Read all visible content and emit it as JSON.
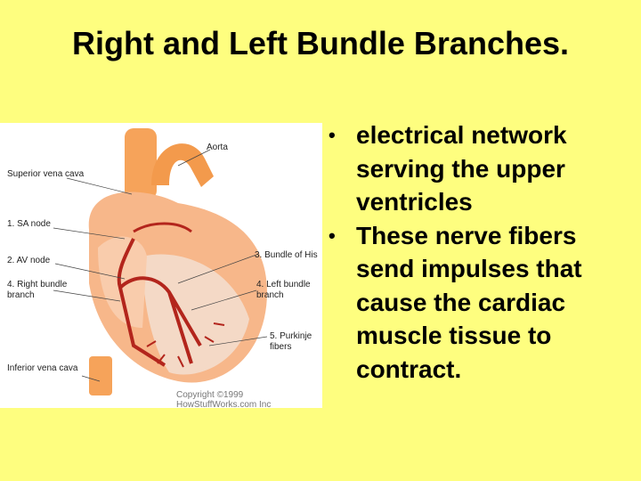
{
  "slide": {
    "title": "Right and Left Bundle Branches."
  },
  "figure": {
    "labels": {
      "aorta": "Aorta",
      "superior_vena_cava": "Superior vena cava",
      "sa_node": "1. SA node",
      "av_node": "2. AV node",
      "right_bundle_branch": "4. Right bundle\nbranch",
      "bundle_of_his": "3. Bundle of His",
      "left_bundle_branch": "4. Left bundle\nbranch",
      "purkinje_fibers": "5. Purkinje\nfibers",
      "inferior_vena_cava": "Inferior vena cava"
    },
    "copyright": "Copyright ©1999 HowStuffWorks.com Inc"
  },
  "bullets": [
    "electrical network serving the upper ventricles",
    "These nerve fibers send impulses that cause the cardiac muscle tissue to contract."
  ],
  "colors": {
    "background": "#fefe7f",
    "heart": "#f6a35a",
    "conduction": "#b3251c"
  }
}
